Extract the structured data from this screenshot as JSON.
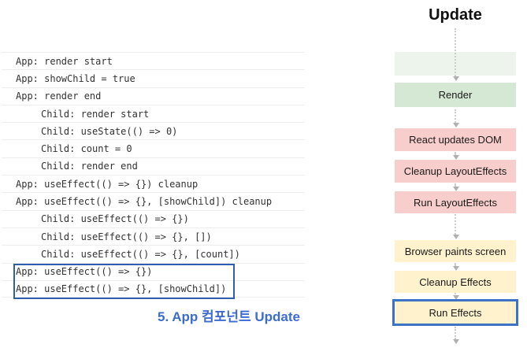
{
  "console": {
    "rows": [
      {
        "text": "App: render start"
      },
      {
        "text": "App: showChild = true"
      },
      {
        "text": "App: render end"
      },
      {
        "text": "Child: render start",
        "indent": true
      },
      {
        "text": "Child: useState(() => 0)",
        "indent": true
      },
      {
        "text": "Child: count = 0",
        "indent": true
      },
      {
        "text": "Child: render end",
        "indent": true
      },
      {
        "text": "App: useEffect(() => {}) cleanup"
      },
      {
        "text": "App: useEffect(() => {}, [showChild]) cleanup"
      },
      {
        "text": "Child: useEffect(() => {})",
        "indent": true
      },
      {
        "text": "Child: useEffect(() => {}, [])",
        "indent": true
      },
      {
        "text": "Child: useEffect(() => {}, [count])",
        "indent": true
      },
      {
        "text": "App: useEffect(() => {})",
        "highlighted": true
      },
      {
        "text": "App: useEffect(() => {}, [showChild])",
        "highlighted": true
      }
    ],
    "caption": "5. App 컴포넌트 Update"
  },
  "flowchart": {
    "title": "Update",
    "nodes": [
      {
        "label": "",
        "type": "ghost-faded-step"
      },
      {
        "label": "Render",
        "type": "render"
      },
      {
        "label": "React updates DOM",
        "type": "commit"
      },
      {
        "label": "Cleanup LayoutEffects",
        "type": "commit"
      },
      {
        "label": "Run LayoutEffects",
        "type": "commit"
      },
      {
        "label": "Browser paints screen",
        "type": "effects"
      },
      {
        "label": "Cleanup Effects",
        "type": "effects"
      },
      {
        "label": "Run Effects",
        "type": "effects",
        "highlighted": true
      }
    ]
  },
  "colors": {
    "render_green": "#d5e8d4",
    "faded_green": "#edf4ec",
    "commit_pink": "#f8cecc",
    "effects_yellow": "#fff2cc",
    "console_highlight_border": "#2e5fae",
    "flow_highlight_border": "#3d73c5",
    "caption_blue": "#3c6bd2",
    "separator_gray": "#ededed",
    "arrow_gray": "#cccccc"
  }
}
